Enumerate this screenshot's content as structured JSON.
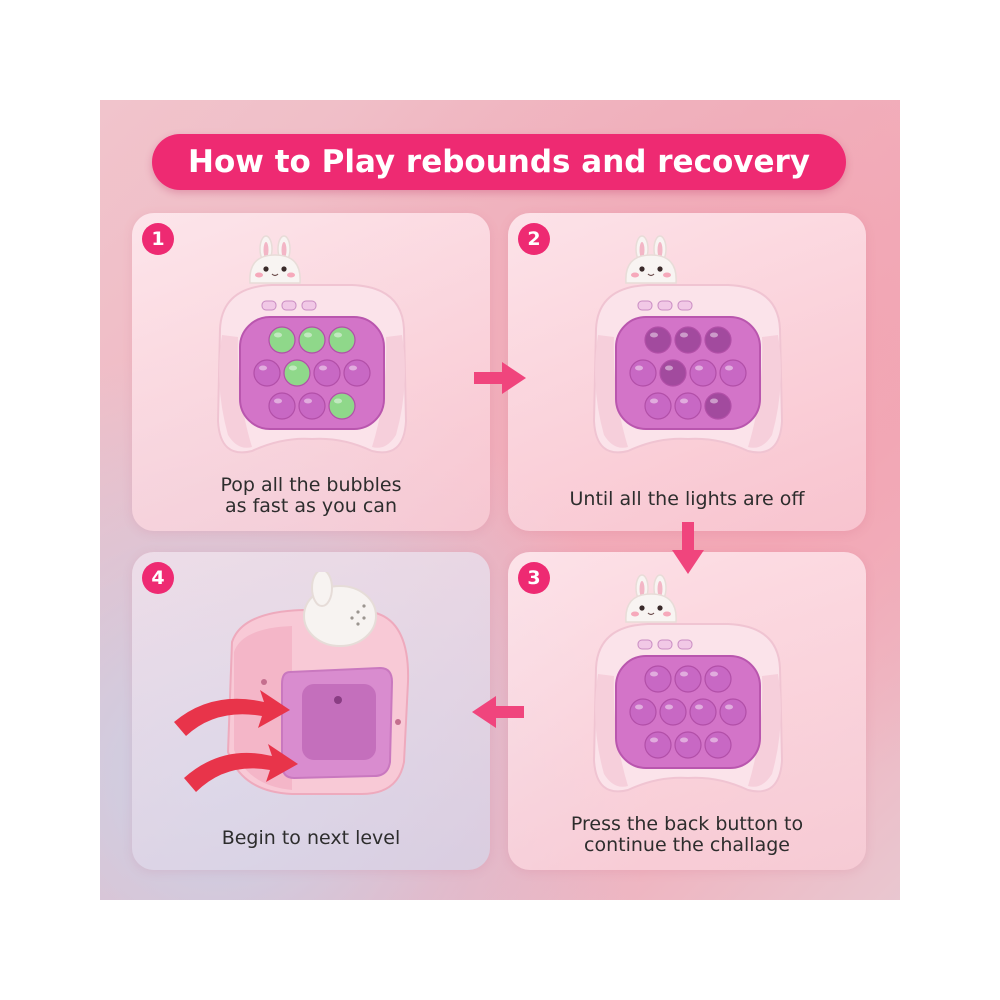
{
  "title": "How to Play rebounds and recovery",
  "steps": [
    {
      "number": "1",
      "caption_line1": "Pop all the bubbles",
      "caption_line2": "as fast as you can"
    },
    {
      "number": "2",
      "caption_line1": "Until all the lights are off",
      "caption_line2": ""
    },
    {
      "number": "3",
      "caption_line1": "Press the back button to",
      "caption_line2": "continue the challage"
    },
    {
      "number": "4",
      "caption_line1": "Begin to next level",
      "caption_line2": ""
    }
  ],
  "colors": {
    "accent": "#ee2a72",
    "bubble_lit": "#8fd88a",
    "bubble_off": "#c868c4",
    "bubble_pressed": "#a24a9e",
    "toy_body": "#fbe3ea"
  },
  "icons": {
    "arrow_right": "arrow-right-icon",
    "arrow_down": "arrow-down-icon",
    "arrow_left": "arrow-left-icon"
  }
}
